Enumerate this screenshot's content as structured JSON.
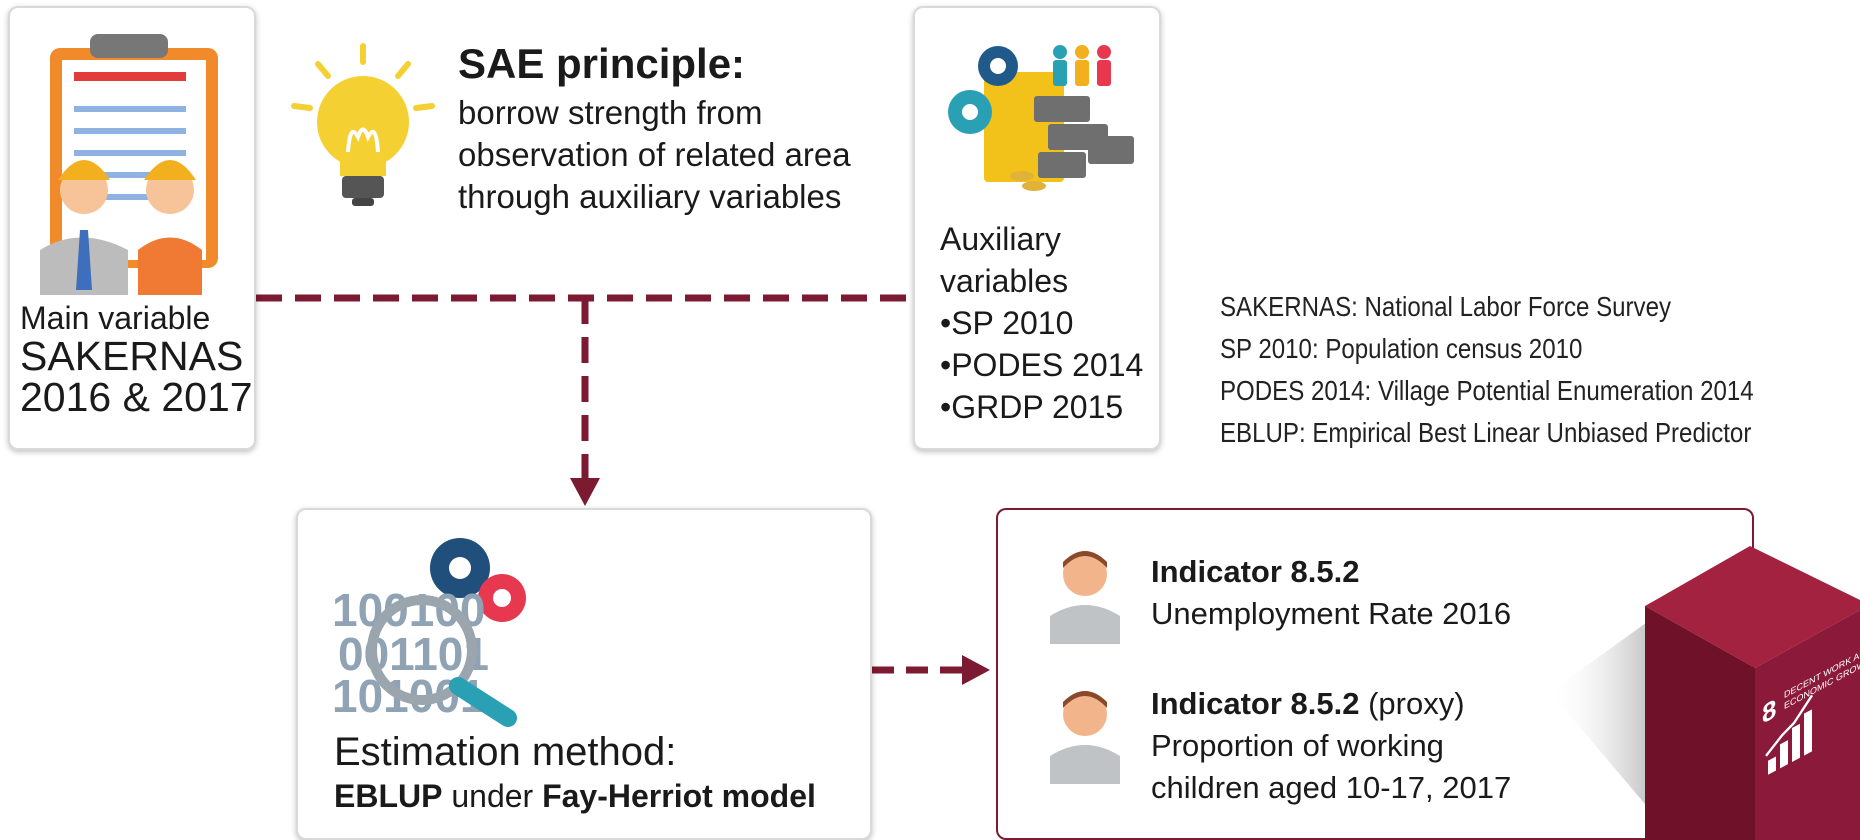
{
  "main_variable": {
    "label": "Main variable",
    "line1": "SAKERNAS",
    "line2": "2016 & 2017"
  },
  "principle": {
    "title": "SAE principle:",
    "lines": [
      "borrow strength from",
      "observation of related area",
      "through auxiliary variables"
    ]
  },
  "auxiliary": {
    "title_line1": "Auxiliary",
    "title_line2": "variables",
    "items": [
      "SP 2010",
      "PODES 2014",
      "GRDP 2015"
    ]
  },
  "legend": [
    "SAKERNAS: National Labor Force Survey",
    "SP 2010: Population census 2010",
    "PODES 2014: Village Potential Enumeration 2014",
    "EBLUP: Empirical Best Linear Unbiased Predictor"
  ],
  "estimation": {
    "title": "Estimation method:",
    "method_bold": "EBLUP",
    "method_mid": " under ",
    "model_bold": "Fay-Herriot model",
    "binary_rows": [
      "100100",
      "001101",
      "101001"
    ]
  },
  "indicators": [
    {
      "name": "Indicator 8.5.2",
      "suffix": "",
      "lines": [
        "Unemployment Rate 2016"
      ]
    },
    {
      "name": "Indicator 8.5.2",
      "suffix": " (proxy)",
      "lines": [
        "Proportion of working",
        "children aged 10-17, 2017"
      ]
    }
  ],
  "sdg_cube": {
    "number": "8",
    "label_line1": "DECENT WORK AND",
    "label_line2": "ECONOMIC GROWTH",
    "color": "#8b1a3a"
  },
  "colors": {
    "connector": "#7b1a30",
    "indicator_border": "#7b1a30",
    "bulb": "#f5d033",
    "gear_blue": "#1f5a8a",
    "gear_teal": "#2aa0b4",
    "gear_red": "#e8384f"
  }
}
